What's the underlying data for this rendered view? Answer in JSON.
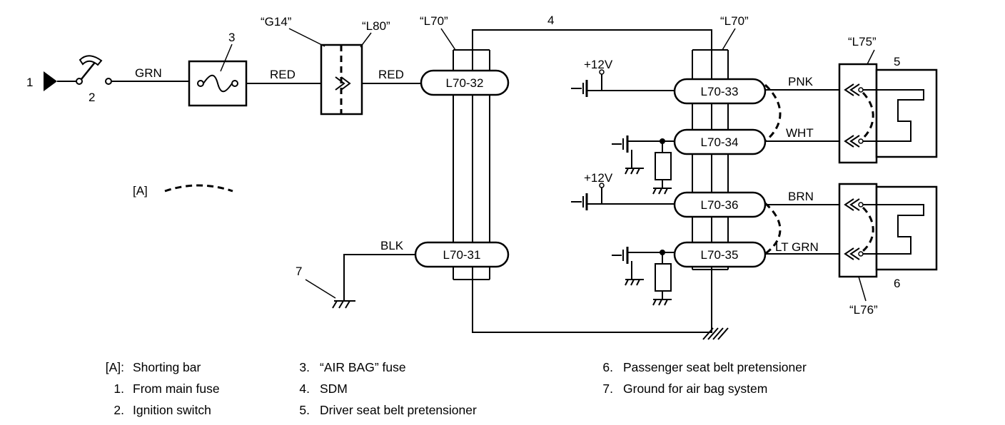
{
  "diagram": {
    "labels": {
      "n1": "1",
      "n2": "2",
      "n3": "3",
      "n4": "4",
      "n5": "5",
      "n6": "6",
      "n7": "7",
      "a": "[A]",
      "g14": "“G14”",
      "l80": "“L80”",
      "l70_left": "“L70”",
      "l70_right": "“L70”",
      "l75": "“L75”",
      "l76": "“L76”",
      "plus12_top": "+12V",
      "plus12_bottom": "+12V"
    },
    "wires": {
      "grn": "GRN",
      "red1": "RED",
      "red2": "RED",
      "blk": "BLK",
      "pnk": "PNK",
      "wht": "WHT",
      "brn": "BRN",
      "ltgrn": "LT GRN"
    },
    "connectors": {
      "c32": "L70-32",
      "c31": "L70-31",
      "c33": "L70-33",
      "c34": "L70-34",
      "c36": "L70-36",
      "c35": "L70-35"
    }
  },
  "legend": {
    "col1": [
      {
        "key": "[A]:",
        "text": "Shorting bar"
      },
      {
        "key": "1.",
        "text": "From main fuse"
      },
      {
        "key": "2.",
        "text": "Ignition switch"
      }
    ],
    "col2": [
      {
        "key": "3.",
        "text": "“AIR BAG” fuse"
      },
      {
        "key": "4.",
        "text": "SDM"
      },
      {
        "key": "5.",
        "text": "Driver seat belt pretensioner"
      }
    ],
    "col3": [
      {
        "key": "6.",
        "text": "Passenger seat belt pretensioner"
      },
      {
        "key": "7.",
        "text": "Ground for air bag system"
      }
    ]
  }
}
